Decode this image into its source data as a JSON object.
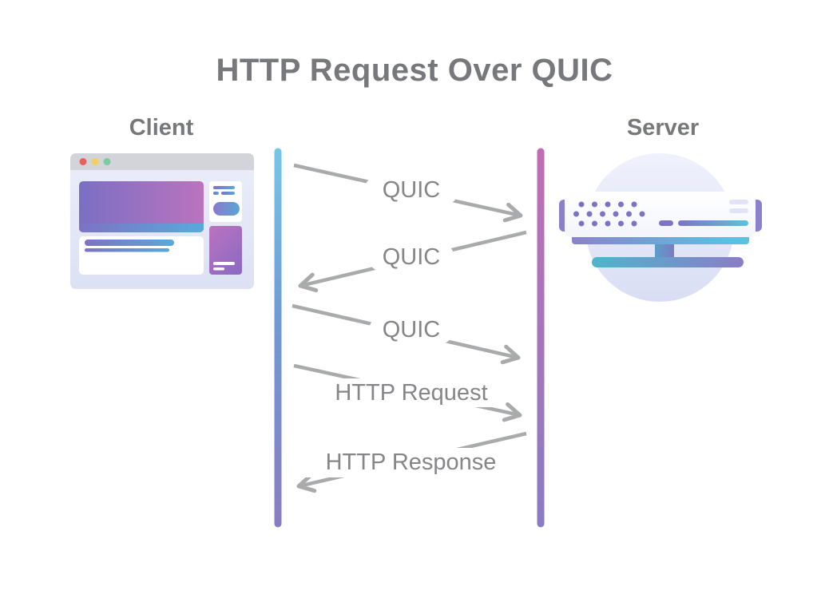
{
  "title": "HTTP Request Over QUIC",
  "actors": {
    "client": {
      "label": "Client",
      "icon": "browser-window-illustration"
    },
    "server": {
      "label": "Server",
      "icon": "server-rack-illustration"
    }
  },
  "messages": [
    {
      "label": "QUIC",
      "from": "client",
      "to": "server"
    },
    {
      "label": "QUIC",
      "from": "server",
      "to": "client"
    },
    {
      "label": "QUIC",
      "from": "client",
      "to": "server"
    },
    {
      "label": "HTTP Request",
      "from": "client",
      "to": "server"
    },
    {
      "label": "HTTP Response",
      "from": "server",
      "to": "client"
    }
  ],
  "colors": {
    "background": "#ffffff",
    "title_text": "#77787b",
    "actor_label_text": "#77787b",
    "message_pill_background": "#ffffff",
    "message_pill_text": "#85868a",
    "arrow": "#a9aaac",
    "client_lifeline_top": "#74c6e8",
    "client_lifeline_middle": "#6e9ad5",
    "client_lifeline_bottom": "#8a7cc2",
    "server_lifeline_top": "#c16db5",
    "server_lifeline_bottom": "#8a7cc2",
    "illustration_purple": "#7b74c5",
    "illustration_magenta": "#bb73be",
    "illustration_blue": "#57aadb",
    "illustration_teal": "#5ac2de",
    "traffic_light_red": "#e8625d",
    "traffic_light_yellow": "#f3cf63",
    "traffic_light_green": "#7bcaa1"
  }
}
